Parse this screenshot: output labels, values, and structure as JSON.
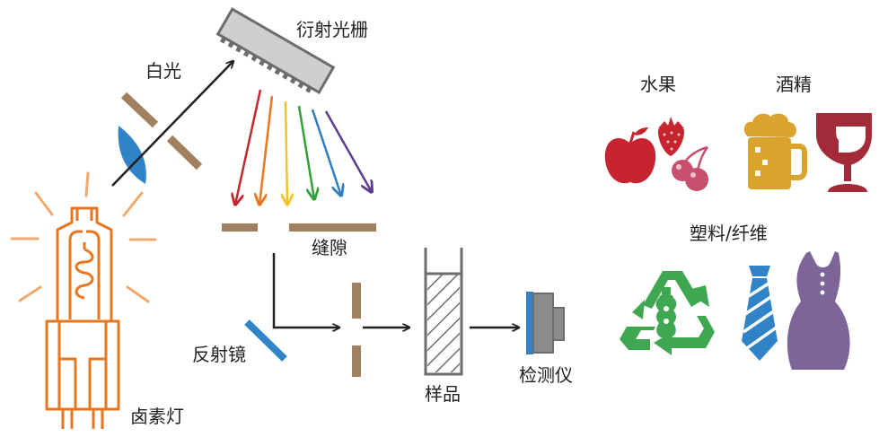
{
  "labels": {
    "white_light": "白光",
    "grating": "衍射光栅",
    "slit": "缝隙",
    "mirror": "反射镜",
    "lamp": "卤素灯",
    "sample": "样品",
    "detector": "检测仪",
    "fruit": "水果",
    "alcohol": "酒精",
    "plastic_fiber": "塑料/纤维"
  },
  "icons": [
    "halogen-lamp-icon",
    "lens-icon",
    "diffraction-grating-icon",
    "slit-icon",
    "mirror-icon",
    "sample-cuvette-icon",
    "detector-icon",
    "apple-icon",
    "strawberry-icon",
    "cherries-icon",
    "beer-mug-icon",
    "wine-glass-icon",
    "recycle-icon",
    "bottle-icon",
    "tie-icon",
    "dress-icon"
  ],
  "colors": {
    "lamp": "#e8761f",
    "lamp_rays": "#f4a86c",
    "optic_brown": "#a0805e",
    "lens_blue": "#2f83c6",
    "mirror_blue": "#2f83c6",
    "spectrum": [
      "#c1272d",
      "#e8761f",
      "#f4c22b",
      "#33a03c",
      "#2f7ec1",
      "#5b3c8c"
    ],
    "fruit_red": "#c8242f",
    "fruit_pink": "#c94f70",
    "beer": "#d9a32e",
    "wine": "#a22a39",
    "recycle_green": "#3fa652",
    "tie_blue": "#2f83c6",
    "dress_purple": "#7e6599"
  }
}
